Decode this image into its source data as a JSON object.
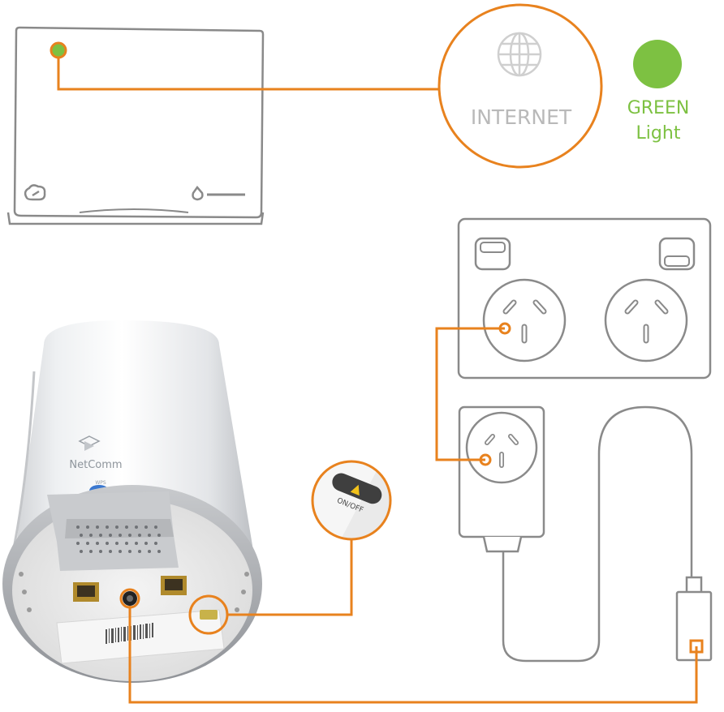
{
  "callout": {
    "internet_label": "INTERNET",
    "light_color_label": "GREEN",
    "light_word": "Light"
  },
  "router": {
    "brand": "NetComm",
    "wps_label": "WPS"
  },
  "power_switch": {
    "label": "ON/OFF"
  },
  "colors": {
    "connector": "#e8821e",
    "status_green": "#7dc142",
    "outline": "#8a8a8a",
    "label_grey": "#b9b9b9"
  },
  "icons": [
    "globe-icon",
    "cloud-link-icon",
    "power-drop-icon"
  ]
}
